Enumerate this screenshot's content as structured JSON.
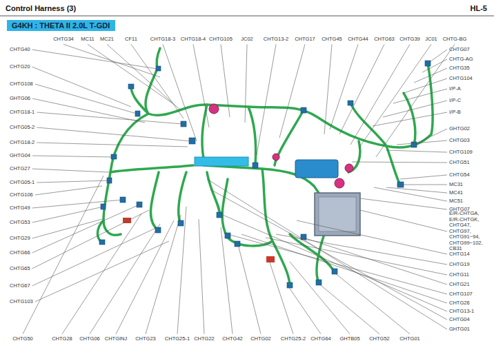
{
  "diagram": {
    "title": "Control Harness (3)",
    "nodes": [
      {
        "text": [
          "G4KH : THETA II 2.0L T-GDI"
        ]
      }
    ],
    "labels": [
      "HL-5",
      "CHTG34",
      "MC11",
      "MC21",
      "CF11",
      "CHTG18-3",
      "CHTG18-4",
      "CHTG105",
      "JC02",
      "CHTG13-2",
      "CHTG17",
      "CHTG45",
      "CHTG44",
      "CHTG63",
      "CHTG39",
      "JC01",
      "CHTG-BG",
      "CHTG40",
      "CHTG20",
      "CHTG108",
      "GHTG06",
      "CHTG18-1",
      "CHTG05-2",
      "CHTG18-2",
      "GHTG04",
      "CHTG27",
      "CHTG05-1",
      "CHTG106",
      "CHTG49",
      "CHTG53",
      "CHTG29",
      "CHTG66",
      "CHTG65",
      "CHTG67",
      "CHTG103",
      "CHTG07",
      "CHTG-AG",
      "CHTG35",
      "CHTG104",
      "I/P-A",
      "I/P-C",
      "I/P-B",
      "GHTG02",
      "CHTG03",
      "CHTG109",
      "CHTG51",
      "CHTG54",
      "MC31",
      "MC41",
      "MC51",
      "GHTG07",
      "E/R-CHTGA, E/R-CHTGK, CHTG47, CHTG97, CHTG91~94, CHTG99~102, CB31",
      "CHTG14",
      "CHTG19",
      "CHTG11",
      "CHTG21",
      "CHTG107",
      "CHTG26",
      "CHTG13-1",
      "CHTG04",
      "GHTG01",
      "CHTG50",
      "CHTG28",
      "CHTG06",
      "CHTGINJ",
      "CHTG23",
      "CHTG25-1",
      "CHTG22",
      "CHTG42",
      "CHTG02",
      "CHTG25-2",
      "CHTG64",
      "GHTB05",
      "CHTG52",
      "CHTG01"
    ]
  }
}
